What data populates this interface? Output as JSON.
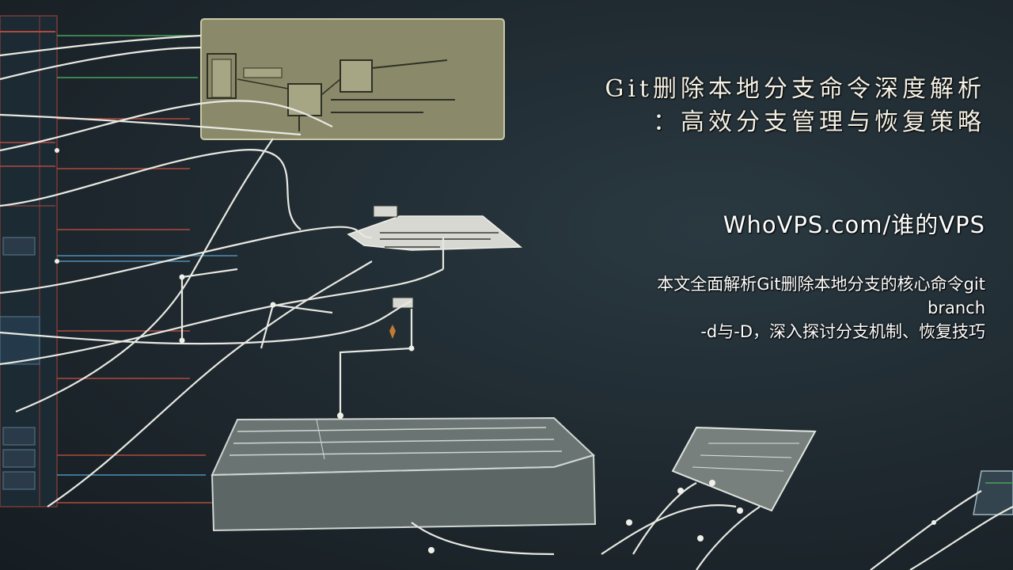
{
  "headline": {
    "line1": "Git删除本地分支命令深度解析",
    "line2": "：高效分支管理与恢复策略"
  },
  "site_name": "WhoVPS.com/谁的VPS",
  "description": {
    "line1": "本文全面解析Git删除本地分支的核心命令git",
    "line2": "branch",
    "line3": "-d与-D，深入探讨分支机制、恢复技巧"
  },
  "colors": {
    "background": "#1f2a30",
    "panel": "#8a8a6a",
    "line": "#e8e8e2",
    "accent_red": "#b0483e",
    "accent_blue": "#4f8fb8",
    "accent_green": "#4aa35a"
  }
}
